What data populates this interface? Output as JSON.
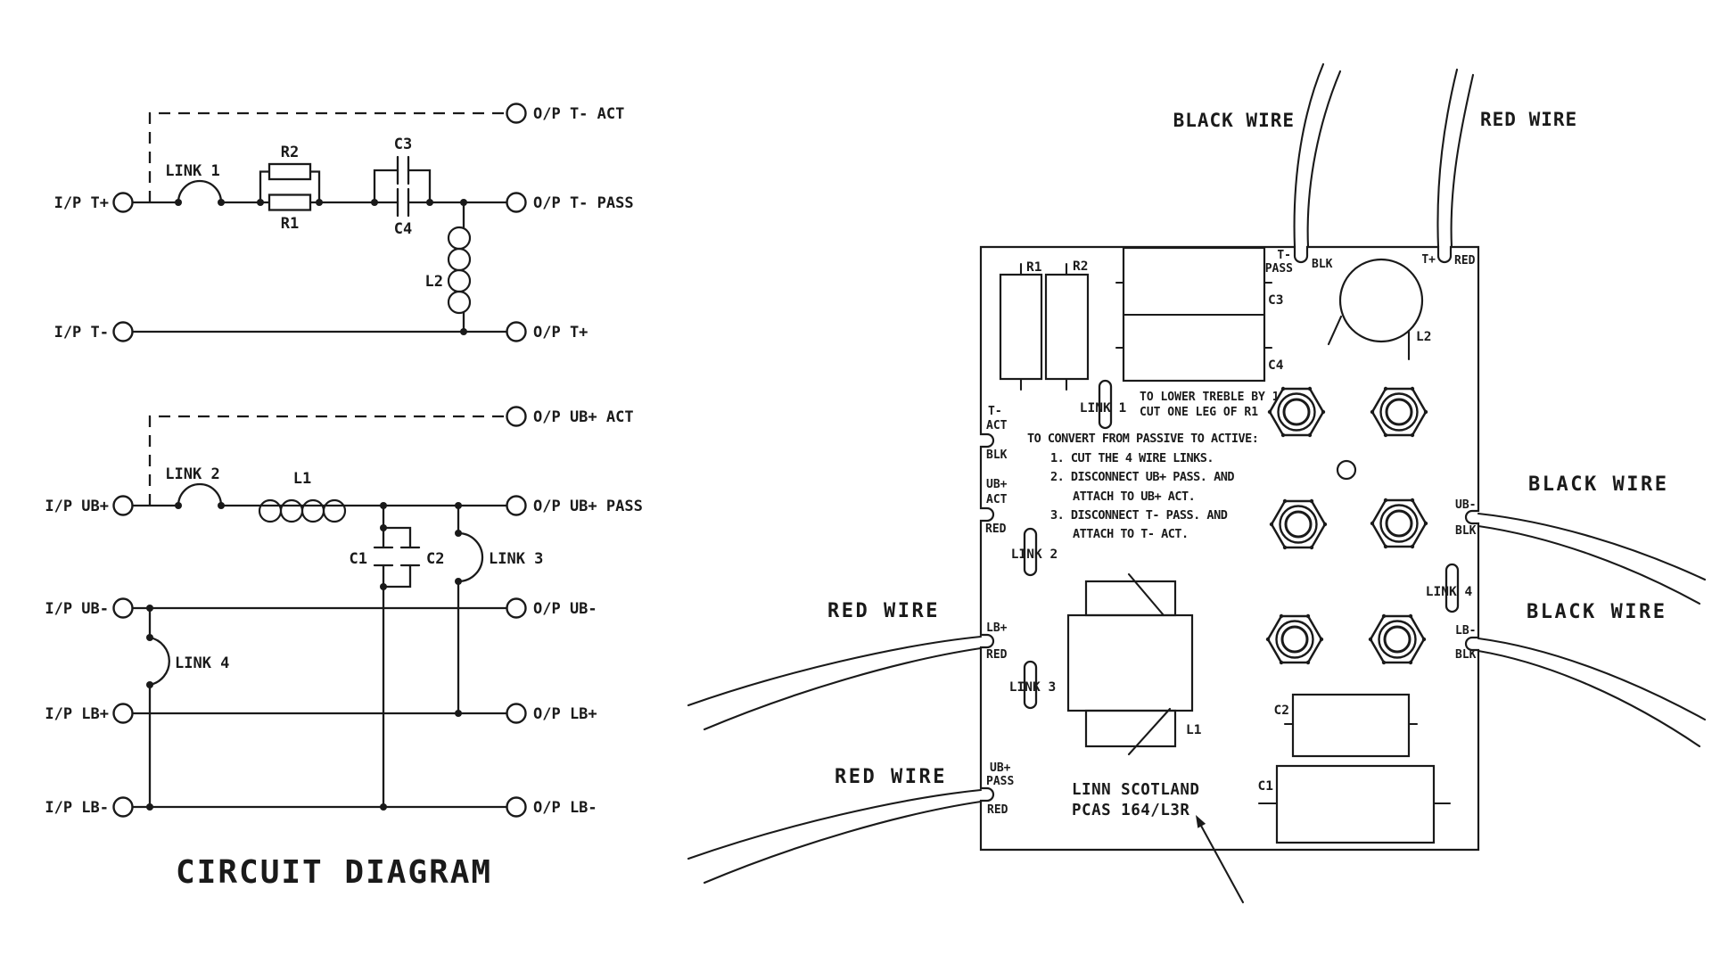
{
  "page": {
    "background": "#ffffff",
    "ink": "#1a1a1a"
  },
  "circuit": {
    "title": "CIRCUIT DIAGRAM",
    "inputs": {
      "t_plus": "I/P T+",
      "t_minus": "I/P T-",
      "ub_plus": "I/P UB+",
      "ub_minus": "I/P UB-",
      "lb_plus": "I/P LB+",
      "lb_minus": "I/P LB-"
    },
    "outputs": {
      "t_act": "O/P T- ACT",
      "t_pass": "O/P T- PASS",
      "t_plus": "O/P T+",
      "ub_act": "O/P UB+ ACT",
      "ub_pass": "O/P UB+ PASS",
      "ub_minus": "O/P UB-",
      "lb_plus": "O/P LB+",
      "lb_minus": "O/P LB-"
    },
    "components": {
      "link1": "LINK 1",
      "link2": "LINK 2",
      "link3": "LINK 3",
      "link4": "LINK 4",
      "r1": "R1",
      "r2": "R2",
      "c1": "C1",
      "c2": "C2",
      "c3": "C3",
      "c4": "C4",
      "l1": "L1",
      "l2": "L2"
    }
  },
  "pcb": {
    "maker": {
      "line1": "LINN SCOTLAND",
      "line2": "PCAS 164/L3R"
    },
    "treble_note": {
      "line1": "TO LOWER TREBLE BY 1dB",
      "line2": "CUT ONE LEG OF R1"
    },
    "instructions": {
      "line1": "TO CONVERT FROM PASSIVE TO ACTIVE:",
      "line2": "1. CUT THE 4 WIRE LINKS.",
      "line3": "2. DISCONNECT UB+ PASS. AND",
      "line4": "ATTACH TO UB+ ACT.",
      "line5": "3. DISCONNECT T- PASS. AND",
      "line6": "ATTACH TO T- ACT."
    },
    "components": {
      "r1": "R1",
      "r2": "R2",
      "c1": "C1",
      "c2": "C2",
      "c3": "C3",
      "c4": "C4",
      "l1": "L1",
      "l2": "L2"
    },
    "links": {
      "link1": "LINK 1",
      "link2": "LINK 2",
      "link3": "LINK 3",
      "link4": "LINK 4"
    },
    "pads": {
      "t_pass_1": "T-",
      "t_pass_2": "PASS",
      "t_pass_wire": "BLK",
      "t_plus": "T+",
      "t_plus_wire": "RED",
      "t_act_1": "T-",
      "t_act_2": "ACT",
      "t_act_wire": "BLK",
      "ub_act_1": "UB+",
      "ub_act_2": "ACT",
      "ub_act_wire": "RED",
      "lb_plus": "LB+",
      "lb_plus_wire": "RED",
      "ub_pass_1": "UB+",
      "ub_pass_2": "PASS",
      "ub_pass_wire": "RED",
      "ub_minus": "UB-",
      "ub_minus_wire": "BLK",
      "lb_minus": "LB-",
      "lb_minus_wire": "BLK"
    },
    "wire_labels": {
      "black_top": "BLACK WIRE",
      "red_top": "RED WIRE",
      "red_left_1": "RED WIRE",
      "red_left_2": "RED WIRE",
      "black_right_1": "BLACK WIRE",
      "black_right_2": "BLACK WIRE"
    }
  }
}
